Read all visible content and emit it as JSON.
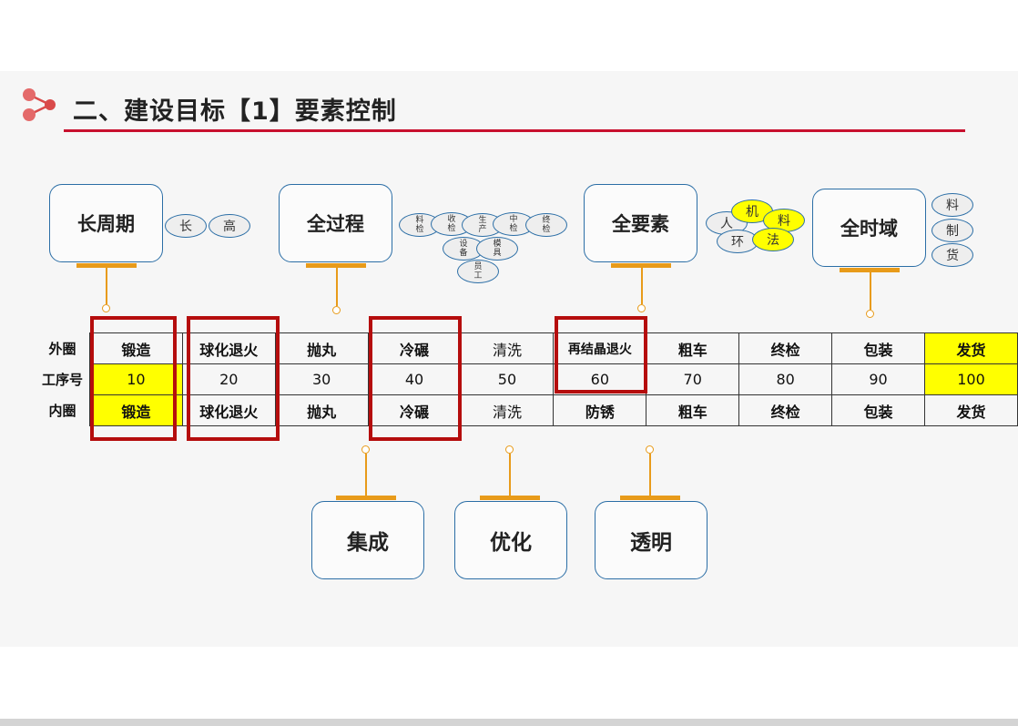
{
  "title": "二、建设目标【1】要素控制",
  "top_boxes": [
    {
      "label": "长周期",
      "ovals": [
        "长",
        "高"
      ]
    },
    {
      "label": "全过程",
      "ovals": [
        "料检",
        "收检",
        "生产",
        "中检",
        "终检",
        "设备",
        "模具",
        "员工"
      ]
    },
    {
      "label": "全要素",
      "ovals": [
        "人",
        "机",
        "料",
        "环",
        "法"
      ]
    },
    {
      "label": "全时域",
      "ovals": [
        "料",
        "制",
        "货"
      ]
    }
  ],
  "bottom_boxes": [
    "集成",
    "优化",
    "透明"
  ],
  "table": {
    "row_labels": [
      "外圈",
      "工序号",
      "内圈"
    ],
    "outer": [
      "锻造",
      "球化退火",
      "抛丸",
      "冷碾",
      "清洗",
      "再结晶退火",
      "粗车",
      "终检",
      "包装",
      "发货"
    ],
    "step": [
      "10",
      "20",
      "30",
      "40",
      "50",
      "60",
      "70",
      "80",
      "90",
      "100"
    ],
    "inner": [
      "锻造",
      "球化退火",
      "抛丸",
      "冷碾",
      "清洗",
      "防锈",
      "粗车",
      "终检",
      "包装",
      "发货"
    ]
  },
  "colors": {
    "accent_red": "#c8102e",
    "box_border": "#2b6ea6",
    "connector": "#e89b1a",
    "highlight": "#ffff00",
    "frame_red": "#b50d0d"
  }
}
